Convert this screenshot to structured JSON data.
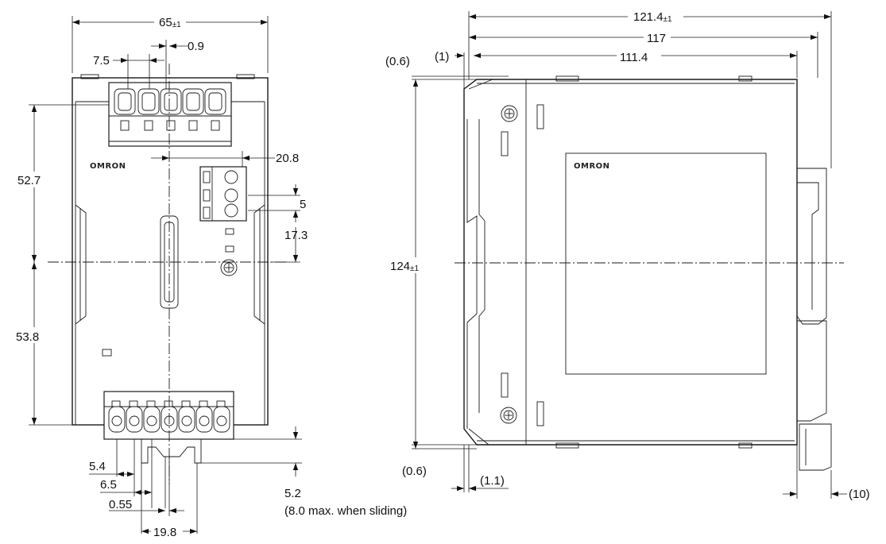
{
  "brand": {
    "logo": "OMRON"
  },
  "front_view": {
    "width": "65",
    "width_tol": "±1",
    "pitch_top": "7.5",
    "gap_top": "0.9",
    "offset_right": "20.8",
    "dip_pitch": "5",
    "dip_to_center": "17.3",
    "upper_height": "52.7",
    "lower_height": "53.8",
    "bottom_pitch_a": "5.4",
    "bottom_pitch_b": "6.5",
    "bottom_gap": "0.55",
    "bottom_span": "19.8",
    "slide_height": "5.2",
    "slide_note": "(8.0 max. when sliding)"
  },
  "side_view": {
    "depth_total": "121.4",
    "depth_total_tol": "±1",
    "depth_117": "117",
    "depth_111": "111.4",
    "height": "124",
    "height_tol": "±1",
    "top_gap": "(0.6)",
    "bottom_gap": "(0.6)",
    "front_offset": "(1)",
    "front_tab": "(1.1)",
    "rail": "(10)"
  }
}
